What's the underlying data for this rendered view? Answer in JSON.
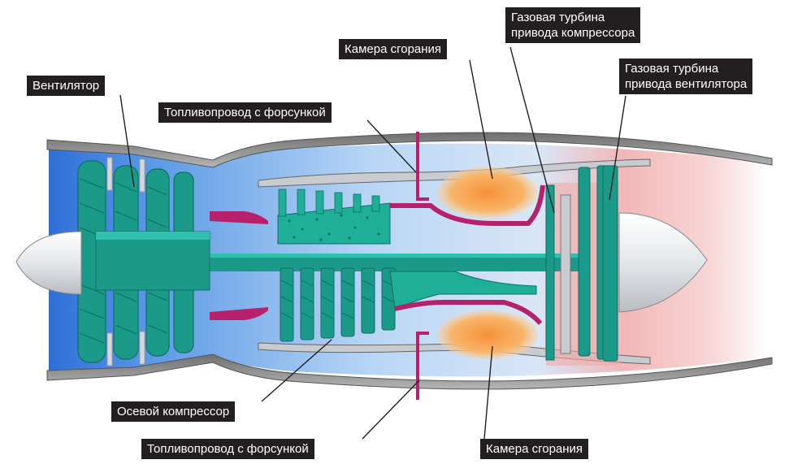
{
  "diagram": {
    "colors": {
      "teal": "#1b9a8a",
      "teal_dark": "#0f6f63",
      "magenta": "#b5226b",
      "casing": "#8a8a8a",
      "flame": "#f39a3a",
      "label_bg": "#231f20"
    },
    "labels": {
      "fan": "Вентилятор",
      "fuel_line_top": "Топливопровод с форсункой",
      "combustor_top": "Камера сгорания",
      "hp_turbine_line1": "Газовая турбина",
      "hp_turbine_line2": "привода компрессора",
      "lp_turbine_line1": "Газовая турбина",
      "lp_turbine_line2": "привода вентилятора",
      "axial_compressor": "Осевой компрессор",
      "fuel_line_bottom": "Топливопровод с форсункой",
      "combustor_bottom": "Камера сгорания"
    }
  }
}
